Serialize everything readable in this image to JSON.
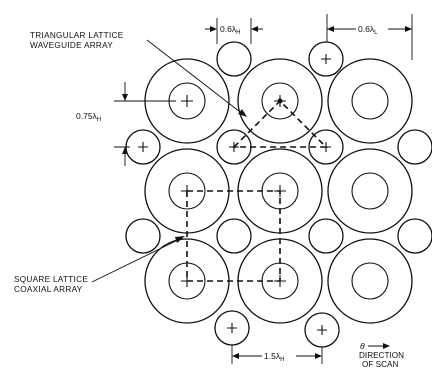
{
  "labels": {
    "triangular_line1": "TRIANGULAR LATTICE",
    "triangular_line2": "WAVEGUIDE ARRAY",
    "square_line1": "SQUARE LATTICE",
    "square_line2": "COAXIAL ARRAY",
    "dim_waveguide_top": "0.6λ",
    "dim_waveguide_top_sub": "H",
    "dim_coax_top": "0.6λ",
    "dim_coax_top_sub": "L",
    "dim_left": "0.75λ",
    "dim_left_sub": "H",
    "dim_bottom": "1.5λ",
    "dim_bottom_sub": "H",
    "theta": "θ",
    "direction_line1": "DIRECTION",
    "direction_line2": "OF SCAN"
  }
}
